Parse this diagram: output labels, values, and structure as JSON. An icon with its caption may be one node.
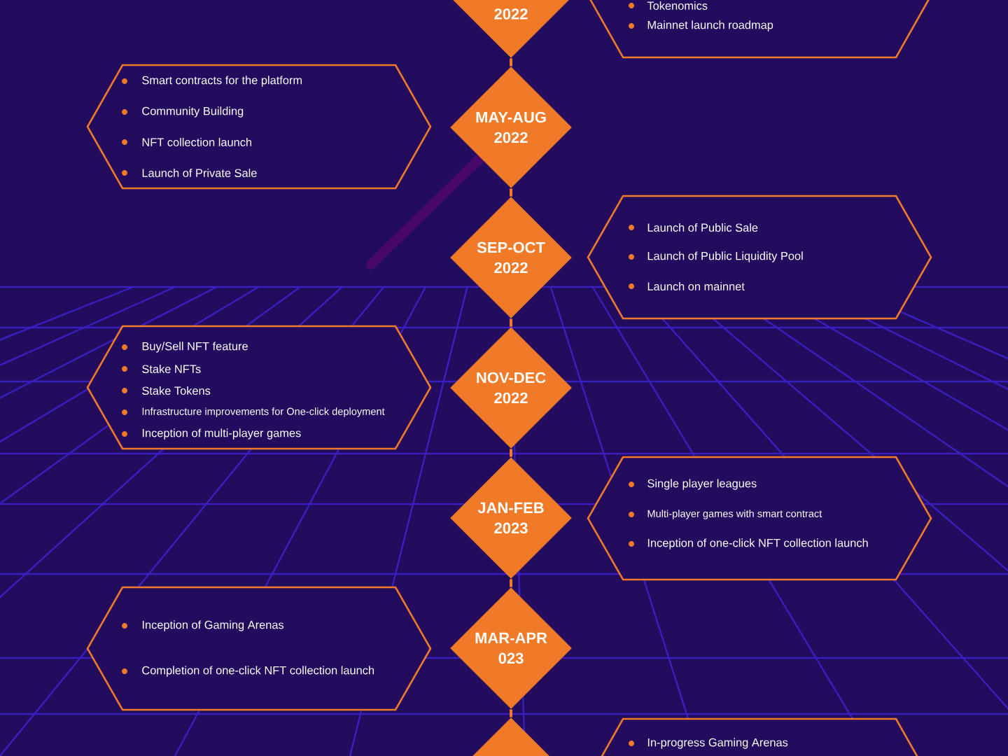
{
  "diagram": {
    "nodes": [
      {
        "text": [
          "2022"
        ]
      },
      {
        "text": [
          "Tokenomics",
          "Mainnet launch roadmap"
        ]
      },
      {
        "text": [
          "Smart contracts for the platform",
          "Community Building",
          "NFT collection launch",
          "Launch of Private Sale"
        ]
      },
      {
        "text": [
          "MAY-AUG 2022"
        ]
      },
      {
        "text": [
          "SEP-OCT 2022"
        ]
      },
      {
        "text": [
          "Launch of Public Sale",
          "Launch of Public Liquidity Pool",
          "Launch on mainnet"
        ]
      },
      {
        "text": [
          "Buy/Sell NFT feature",
          "Stake NFTs",
          "Stake Tokens",
          "Infrastructure improvements for One-click deployment",
          "Inception of multi-player games"
        ]
      },
      {
        "text": [
          "NOV-DEC 2022"
        ]
      },
      {
        "text": [
          "JAN-FEB 2023"
        ]
      },
      {
        "text": [
          "Single player leagues",
          "Multi-player games with smart contract",
          "Inception of one-click NFT collection launch"
        ]
      },
      {
        "text": [
          "Inception of Gaming Arenas",
          "Completion of one-click NFT collection launch"
        ]
      },
      {
        "text": [
          "MAR-APR 023"
        ]
      },
      {
        "text": [],
        "shape": "diamond"
      },
      {
        "text": [
          "In-progress Gaming Arenas"
        ]
      }
    ],
    "edges": [
      {
        "from": 0,
        "to": 3,
        "arrow": "none"
      },
      {
        "from": 3,
        "to": 4,
        "arrow": "none"
      },
      {
        "from": 4,
        "to": 7,
        "arrow": "none"
      },
      {
        "from": 7,
        "to": 8,
        "arrow": "none"
      },
      {
        "from": 8,
        "to": 11,
        "arrow": "none"
      },
      {
        "from": 11,
        "to": 12,
        "arrow": "none"
      }
    ]
  }
}
